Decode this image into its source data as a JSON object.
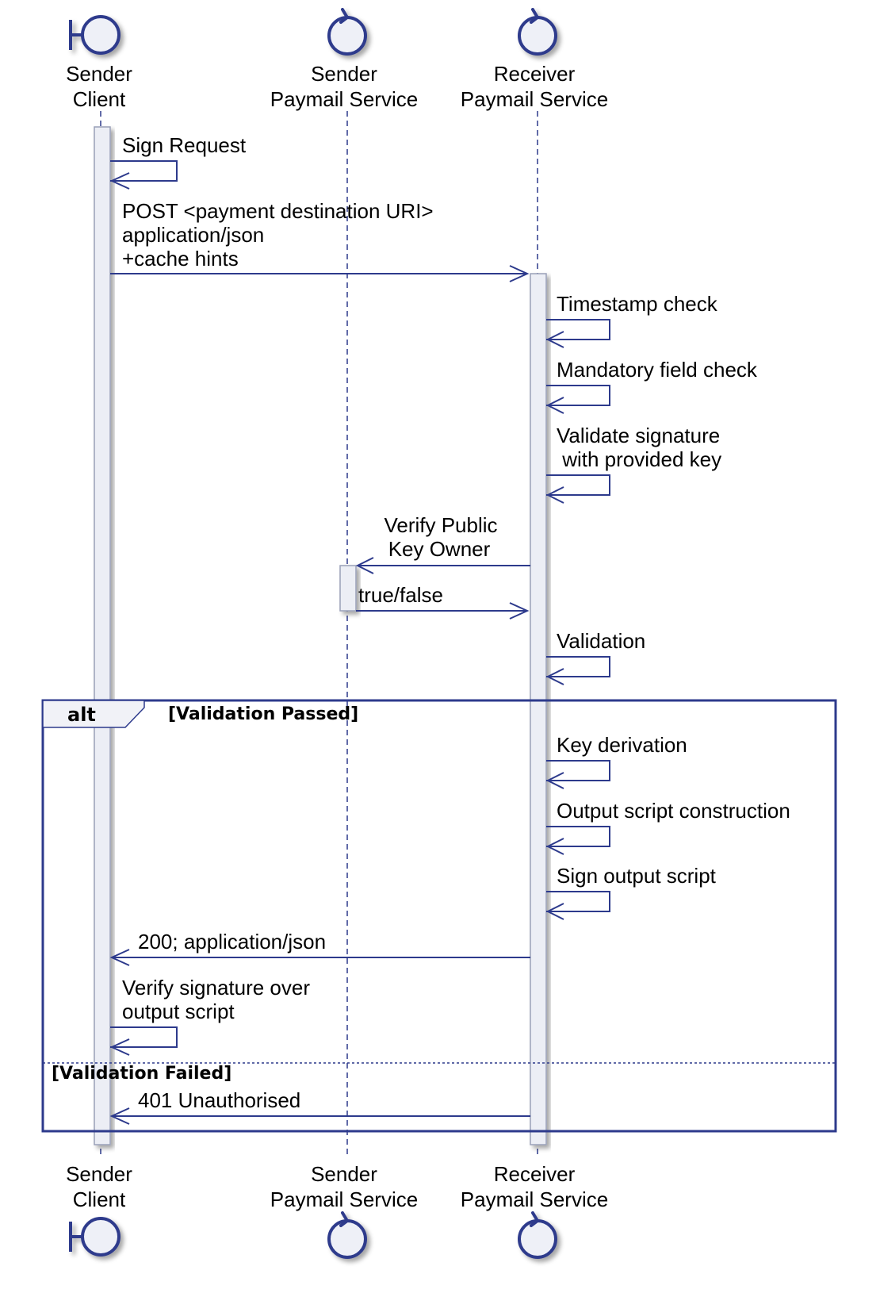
{
  "participants": [
    {
      "id": "client",
      "kind": "boundary",
      "line1": "Sender",
      "line2": "Client"
    },
    {
      "id": "sps",
      "kind": "control",
      "line1": "Sender",
      "line2": "Paymail Service"
    },
    {
      "id": "rps",
      "kind": "control",
      "line1": "Receiver",
      "line2": "Paymail Service"
    }
  ],
  "messages": [
    {
      "from": "client",
      "to": "client",
      "lines": [
        "Sign Request"
      ]
    },
    {
      "from": "client",
      "to": "rps",
      "lines": [
        "POST <payment destination URI>",
        "application/json",
        "+cache hints"
      ]
    },
    {
      "from": "rps",
      "to": "rps",
      "lines": [
        "Timestamp check"
      ]
    },
    {
      "from": "rps",
      "to": "rps",
      "lines": [
        "Mandatory field check"
      ]
    },
    {
      "from": "rps",
      "to": "rps",
      "lines": [
        "Validate signature",
        " with provided key"
      ]
    },
    {
      "from": "rps",
      "to": "sps",
      "lines": [
        "Verify Public",
        "Key Owner"
      ]
    },
    {
      "from": "sps",
      "to": "rps",
      "lines": [
        "true/false"
      ]
    },
    {
      "from": "rps",
      "to": "rps",
      "lines": [
        "Validation"
      ]
    },
    {
      "from": "rps",
      "to": "rps",
      "lines": [
        "Key derivation"
      ]
    },
    {
      "from": "rps",
      "to": "rps",
      "lines": [
        "Output script construction"
      ]
    },
    {
      "from": "rps",
      "to": "rps",
      "lines": [
        "Sign output script"
      ]
    },
    {
      "from": "rps",
      "to": "client",
      "lines": [
        "200; application/json"
      ]
    },
    {
      "from": "client",
      "to": "client",
      "lines": [
        "Verify signature over",
        "output script"
      ]
    },
    {
      "from": "rps",
      "to": "client",
      "lines": [
        "401 Unauthorised"
      ]
    }
  ],
  "alt_fragment": {
    "keyword": "alt",
    "guard_1": "[Validation Passed]",
    "guard_2": "[Validation Failed]"
  },
  "colors": {
    "arrow": "#2d3a8c",
    "frame": "#2d3a8c",
    "activation_fill": "#eceef5",
    "activation_stroke": "#9aa0b8",
    "icon_stroke": "#2d3a8c",
    "icon_fill": "#eef0f7"
  }
}
